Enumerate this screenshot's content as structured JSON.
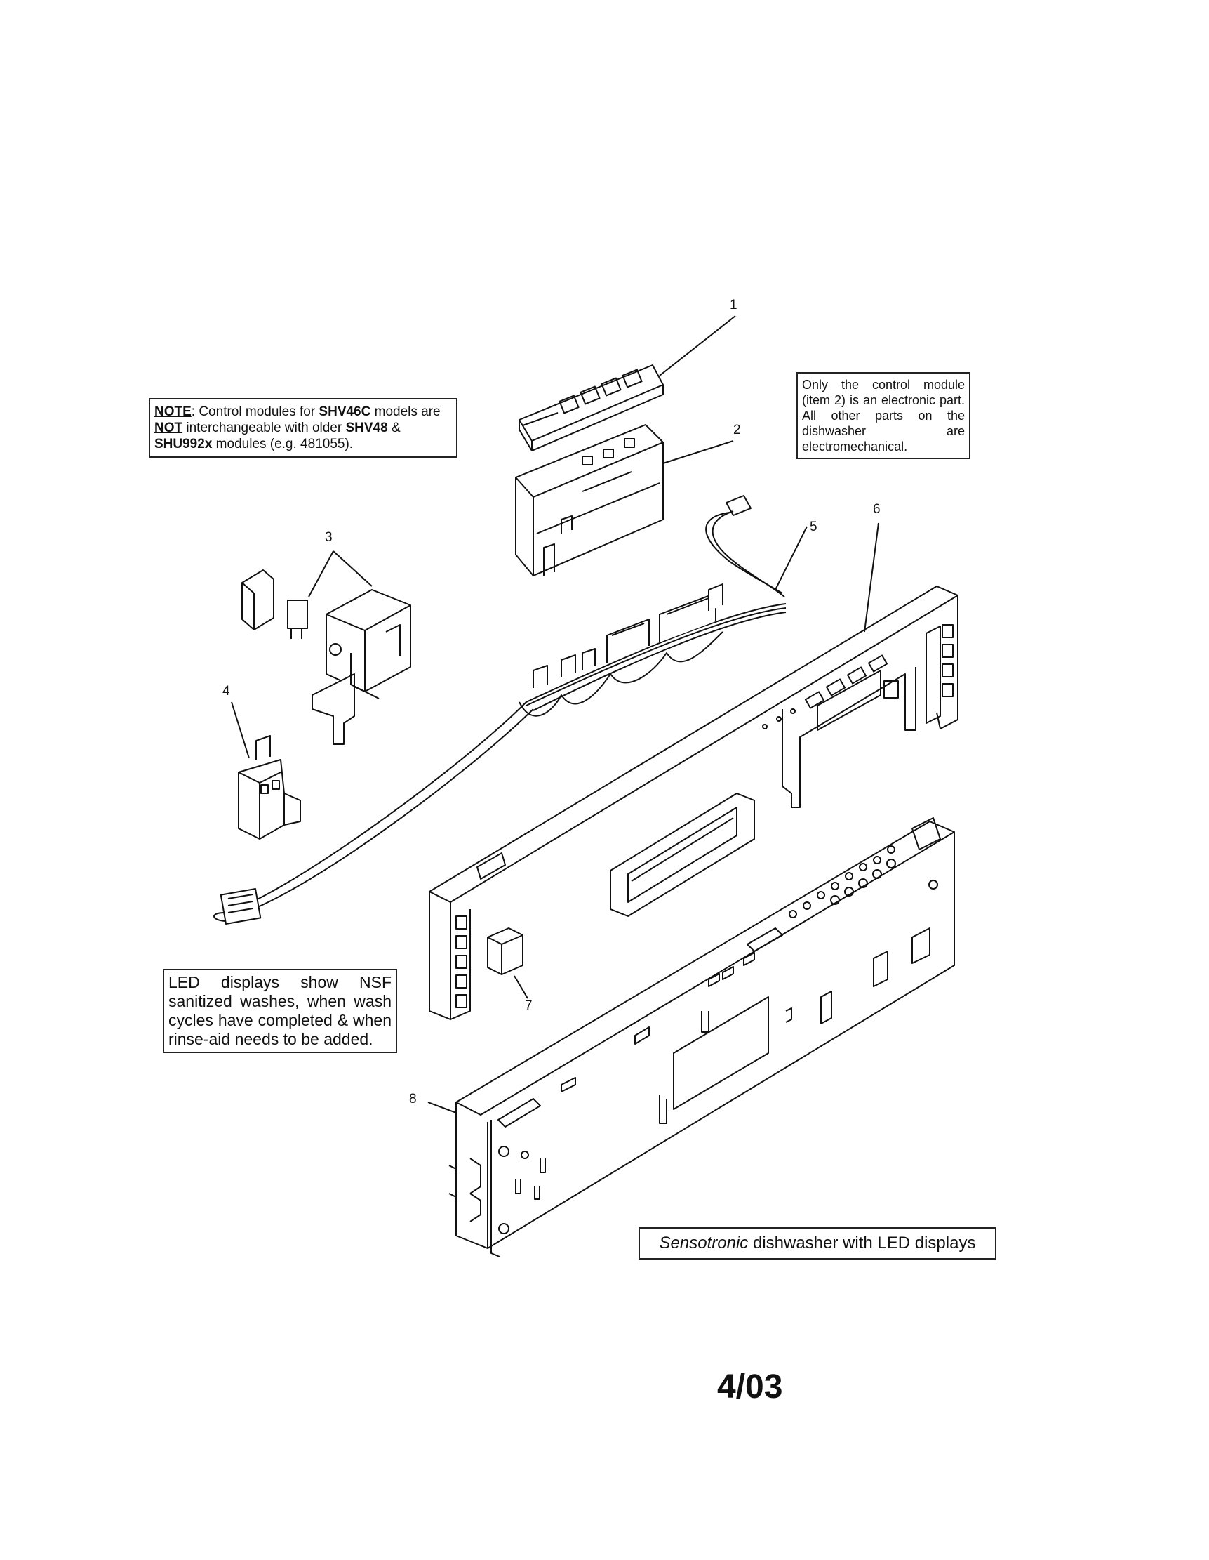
{
  "note": {
    "prefix": "NOTE",
    "t1": ": Control modules for ",
    "m1": "SHV46C",
    "t2": " models are ",
    "not": "NOT",
    "t3": " interchangeable with older ",
    "m2": "SHV48",
    "t4": " & ",
    "m3": "SHU992x",
    "t5": " modules (e.g. 481055)."
  },
  "info_box": "Only the control module (item 2) is an electronic part. All other parts on the dishwasher are electromechanical.",
  "led_box": "LED displays show NSF sanitized washes, when wash cycles have completed & when rinse-aid needs to be added.",
  "caption": {
    "italic": "Sensotronic",
    "rest": " dishwasher with LED displays"
  },
  "callouts": [
    "1",
    "2",
    "3",
    "4",
    "5",
    "6",
    "7",
    "8"
  ],
  "page_code": "4/03"
}
